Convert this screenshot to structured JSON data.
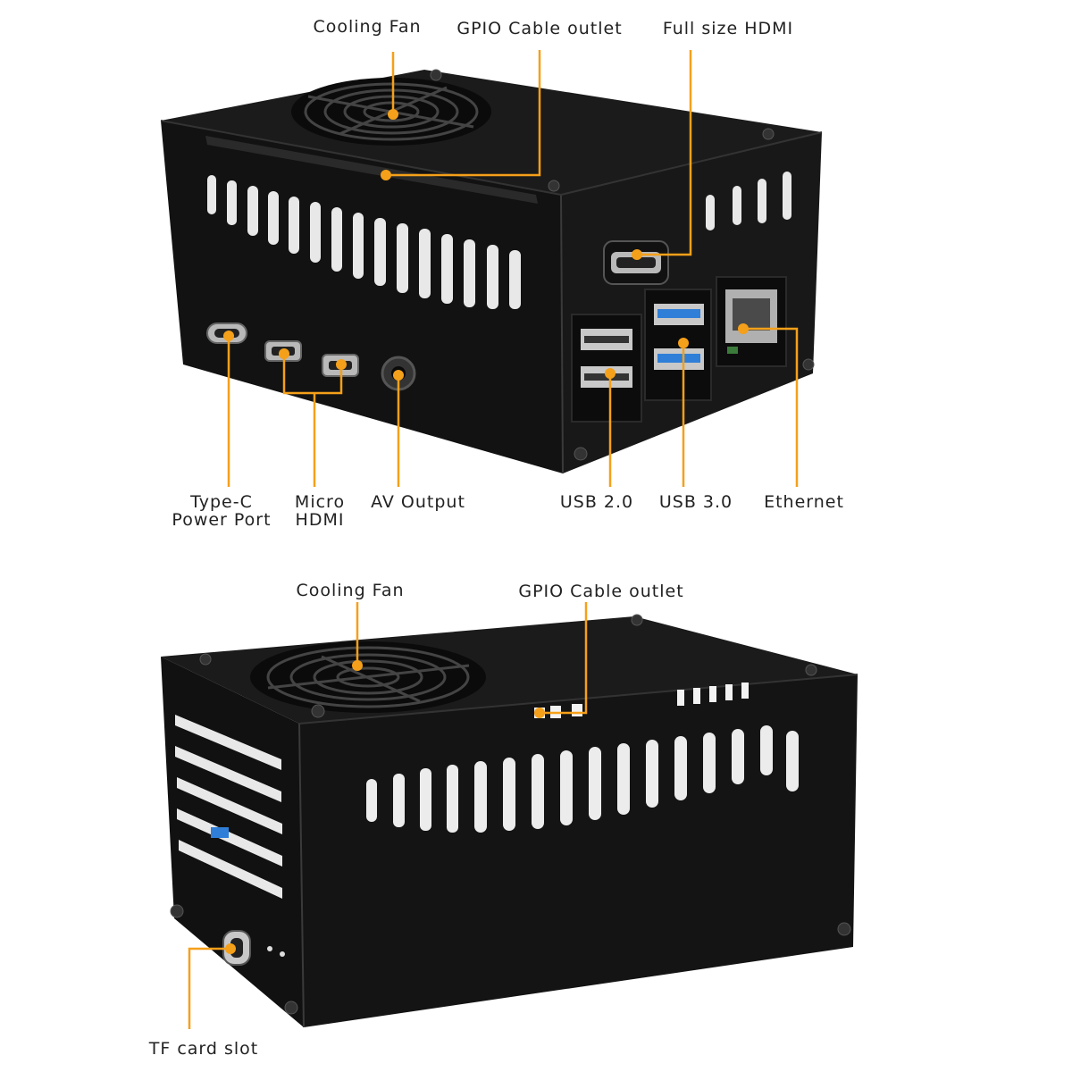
{
  "colors": {
    "background": "#ffffff",
    "case_body": "#151515",
    "case_dark": "#0a0a0a",
    "case_edge": "#2c2c2c",
    "vent_hole": "#f2f2f2",
    "callout": "#f5a01a",
    "label_text": "#222222",
    "usb3_blue": "#2f7fd8",
    "port_metal": "#b9b9b9"
  },
  "top_view": {
    "labels": {
      "cooling_fan": "Cooling Fan",
      "gpio_cable_outlet": "GPIO Cable outlet",
      "full_size_hdmi": "Full size HDMI",
      "type_c_line1": "Type-C",
      "type_c_line2": "Power Port",
      "micro_hdmi_line1": "Micro",
      "micro_hdmi_line2": "HDMI",
      "av_output": "AV Output",
      "usb_2": "USB 2.0",
      "usb_3": "USB 3.0",
      "ethernet": "Ethernet"
    }
  },
  "bottom_view": {
    "labels": {
      "cooling_fan": "Cooling Fan",
      "gpio_cable_outlet": "GPIO Cable outlet",
      "tf_card_slot": "TF card slot"
    }
  }
}
